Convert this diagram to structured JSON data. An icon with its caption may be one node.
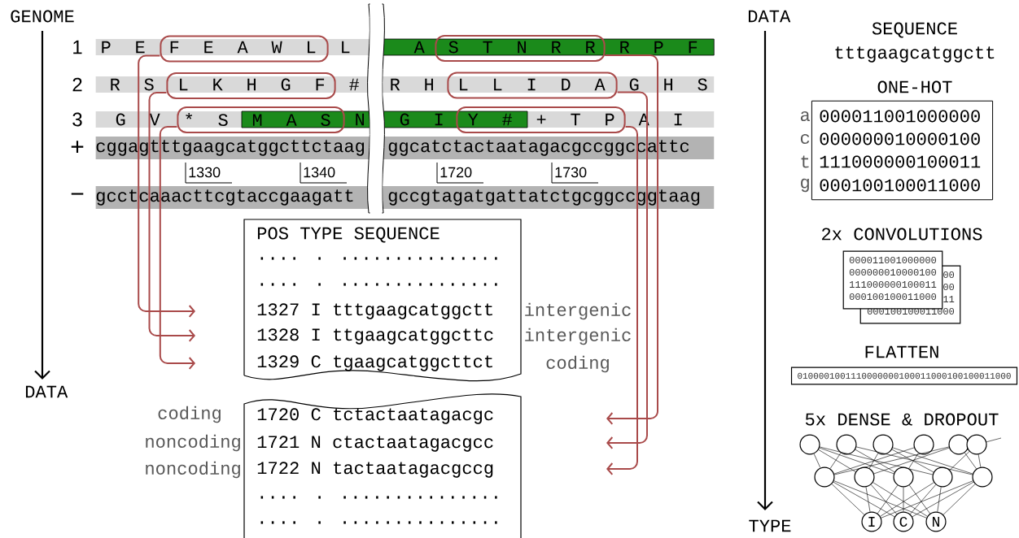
{
  "diagram": {
    "nodes": [
      {
        "text": [
          "P E",
          "L"
        ]
      },
      {
        "text": [
          "A",
          "R P F"
        ]
      },
      {
        "text": [
          "R S",
          "#"
        ]
      },
      {
        "text": [
          "R H",
          "G H S"
        ]
      },
      {
        "text": [
          "G V",
          "N"
        ]
      },
      {
        "text": [
          "G I",
          "A I"
        ]
      },
      {
        "text": [
          "cggagtttgaagcatggcttctaag"
        ]
      },
      {
        "text": [
          "ggcatctactaatagacgccggccattc"
        ]
      },
      {
        "text": [
          "gcctcaaacttcgtaccgaagatt"
        ]
      },
      {
        "text": [
          "gccgtagatgattatctgcggccggtaag"
        ]
      },
      {
        "text": [
          "F E A W L"
        ]
      },
      {
        "text": [
          "S T N R R"
        ]
      },
      {
        "text": [
          "L K H G F"
        ]
      },
      {
        "text": [
          "L L I D A"
        ]
      },
      {
        "text": [
          "* S M A S"
        ]
      },
      {
        "text": [
          "Y # + T P"
        ]
      },
      {
        "text": [
          "POS TYPE SEQUENCE",
          ".... . ...............",
          ".... . ...............",
          "1327 I tttgaagcatggctt",
          "1328 I ttgaagcatggcttc",
          "1329 C tgaagcatggcttct"
        ],
        "beside": [
          "intergenic",
          "intergenic",
          "coding"
        ]
      },
      {
        "text": [
          "1720 C tctactaatagacgc",
          "1721 N ctactaatagacgcc",
          "1722 N tactaatagacgccg",
          ".... . ...............",
          ".... . ..............."
        ],
        "beside": [
          "coding",
          "noncoding",
          "noncoding"
        ]
      },
      {
        "text": [
          "000011001000000",
          "000000010000100",
          "111000000100011",
          "000100100011000"
        ],
        "beside": [
          "a",
          "c",
          "t",
          "g"
        ]
      },
      {
        "text": [
          "000011001000000",
          "000000010000100",
          "111000000100011",
          "000100100011000"
        ]
      },
      {
        "text": [
          "00",
          "00",
          "11",
          "000100100011000"
        ]
      },
      {
        "text": [
          "0100001001110000000100011000100100011000"
        ]
      },
      {
        "text": [],
        "shape": "circle"
      },
      {
        "text": [],
        "shape": "circle"
      },
      {
        "text": [],
        "shape": "circle"
      },
      {
        "text": [],
        "shape": "circle"
      },
      {
        "text": [],
        "shape": "circle"
      },
      {
        "text": [],
        "shape": "circle"
      },
      {
        "text": [],
        "shape": "circle"
      },
      {
        "text": [],
        "shape": "circle"
      },
      {
        "text": [],
        "shape": "circle"
      },
      {
        "text": [],
        "shape": "circle"
      },
      {
        "text": [],
        "shape": "circle"
      },
      {
        "text": [
          "I"
        ]
      },
      {
        "text": [
          "C"
        ]
      },
      {
        "text": [
          "N"
        ]
      }
    ],
    "edges": [
      {
        "from": 10,
        "to": null,
        "arrow": "to",
        "color": "#a94a4a"
      },
      {
        "from": 11,
        "to": null,
        "arrow": "to",
        "color": "#a94a4a"
      },
      {
        "from": 12,
        "to": null,
        "arrow": "to",
        "color": "#a94a4a"
      },
      {
        "from": 13,
        "to": null,
        "arrow": "to",
        "color": "#a94a4a"
      },
      {
        "from": 14,
        "to": null,
        "arrow": "to",
        "color": "#a94a4a"
      },
      {
        "from": 15,
        "to": null,
        "arrow": "to",
        "color": "#a94a4a"
      },
      {
        "from": 22,
        "to": 28,
        "arrow": "none"
      },
      {
        "from": 22,
        "to": 29,
        "arrow": "none"
      },
      {
        "from": 22,
        "to": 30,
        "arrow": "none"
      },
      {
        "from": 22,
        "to": 31,
        "arrow": "none"
      },
      {
        "from": 23,
        "to": 28,
        "arrow": "none"
      },
      {
        "from": 23,
        "to": 30,
        "arrow": "none"
      },
      {
        "from": 23,
        "to": 32,
        "arrow": "none"
      },
      {
        "from": 24,
        "to": 29,
        "arrow": "none"
      },
      {
        "from": 24,
        "to": 31,
        "arrow": "none"
      },
      {
        "from": 24,
        "to": 32,
        "arrow": "none"
      },
      {
        "from": 25,
        "to": 28,
        "arrow": "none"
      },
      {
        "from": 25,
        "to": 30,
        "arrow": "none"
      },
      {
        "from": 26,
        "to": 28,
        "arrow": "none"
      },
      {
        "from": 26,
        "to": 29,
        "arrow": "none"
      },
      {
        "from": 26,
        "to": 32,
        "arrow": "none"
      },
      {
        "from": 27,
        "to": 32,
        "arrow": "none"
      },
      {
        "from": 27,
        "to": 31,
        "arrow": "none"
      },
      {
        "from": 28,
        "to": 33,
        "arrow": "none"
      },
      {
        "from": 28,
        "to": 34,
        "arrow": "none"
      },
      {
        "from": 28,
        "to": 35,
        "arrow": "none"
      },
      {
        "from": 29,
        "to": 33,
        "arrow": "none"
      },
      {
        "from": 29,
        "to": 34,
        "arrow": "none"
      },
      {
        "from": 29,
        "to": 35,
        "arrow": "none"
      },
      {
        "from": 30,
        "to": 33,
        "arrow": "none"
      },
      {
        "from": 30,
        "to": 34,
        "arrow": "none"
      },
      {
        "from": 30,
        "to": 35,
        "arrow": "none"
      },
      {
        "from": 31,
        "to": 33,
        "arrow": "none"
      },
      {
        "from": 31,
        "to": 34,
        "arrow": "none"
      },
      {
        "from": 31,
        "to": 35,
        "arrow": "none"
      },
      {
        "from": 32,
        "to": 33,
        "arrow": "none"
      },
      {
        "from": 32,
        "to": 34,
        "arrow": "none"
      },
      {
        "from": 32,
        "to": 35,
        "arrow": "none"
      },
      {
        "from": 27,
        "to": null,
        "arrow": "none"
      }
    ],
    "labels": [
      "GENOME",
      "1",
      "2",
      "3",
      "+",
      "−",
      "1330",
      "1340",
      "1720",
      "1730",
      "DATA",
      "DATA",
      "SEQUENCE",
      "tttgaagcatggctt",
      "ONE-HOT",
      "2x CONVOLUTIONS",
      "FLATTEN",
      "5x DENSE & DROPOUT",
      "TYPE"
    ]
  }
}
